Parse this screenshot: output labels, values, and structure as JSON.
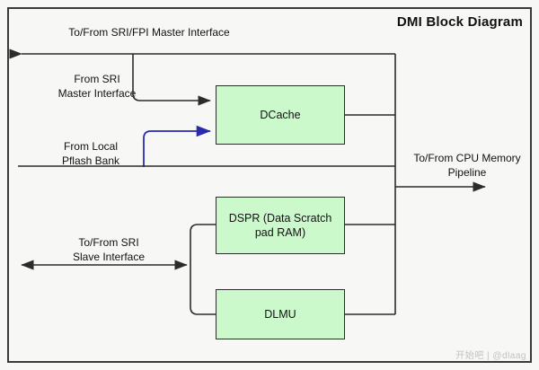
{
  "diagram": {
    "title": "DMI Block Diagram",
    "background_color": "#f7f7f5",
    "border_color": "#3a3a3a",
    "block_fill_color": "#ccf9cc",
    "block_stroke_color": "#2c2c2c",
    "wire_color": "#2c2c2c",
    "blue_wire_color": "#2a2ab0",
    "blocks": [
      {
        "id": "dcache",
        "label": "DCache"
      },
      {
        "id": "dspr",
        "label": "DSPR\n(Data Scratch pad\nRAM)"
      },
      {
        "id": "dlmu",
        "label": "DLMU"
      }
    ],
    "labels": [
      {
        "id": "sri-fpi-master",
        "text": "To/From SRI/FPI Master Interface"
      },
      {
        "id": "from-sri-master",
        "text": "From SRI\nMaster Interface"
      },
      {
        "id": "from-local-pflash",
        "text": "From Local\nPflash Bank"
      },
      {
        "id": "to-from-sri-slave",
        "text": "To/From SRI\nSlave Interface"
      },
      {
        "id": "to-from-cpu-memory",
        "text": "To/From CPU Memory\nPipeline"
      }
    ],
    "watermark": "开始吧 | @dlaag"
  }
}
